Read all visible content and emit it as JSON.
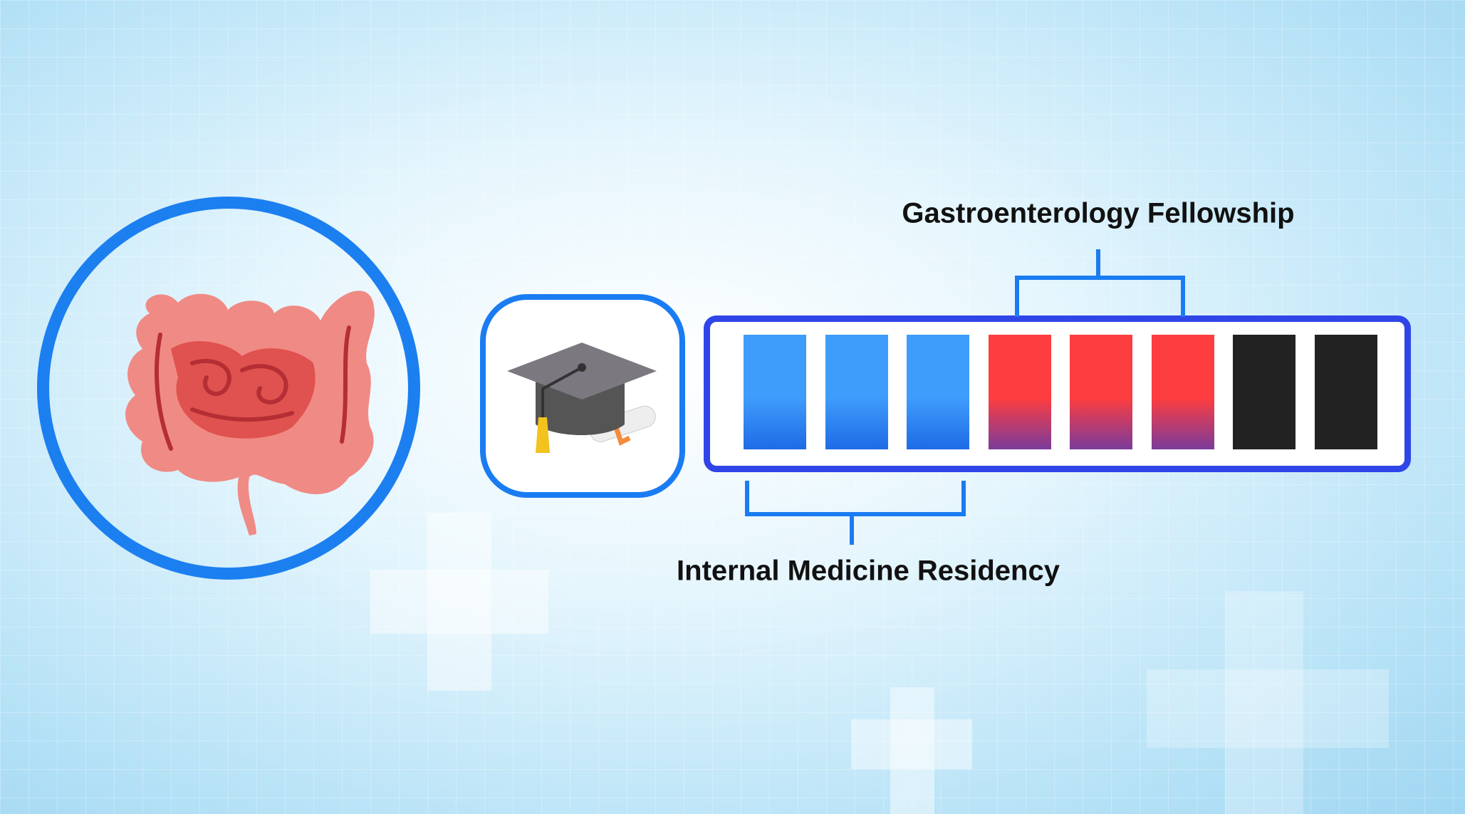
{
  "fellowship_label": "Gastroenterology Fellowship",
  "residency_label": "Internal Medicine Residency",
  "training_bar": {
    "segments": [
      "residency",
      "residency",
      "residency",
      "fellowship",
      "fellowship",
      "fellowship",
      "other",
      "other"
    ],
    "colors": {
      "residency": "#3e9cfb",
      "fellowship": "#fd3d3f",
      "other": "#222222"
    }
  },
  "icons": [
    "intestine-icon",
    "graduation-cap-icon",
    "diploma-icon"
  ]
}
